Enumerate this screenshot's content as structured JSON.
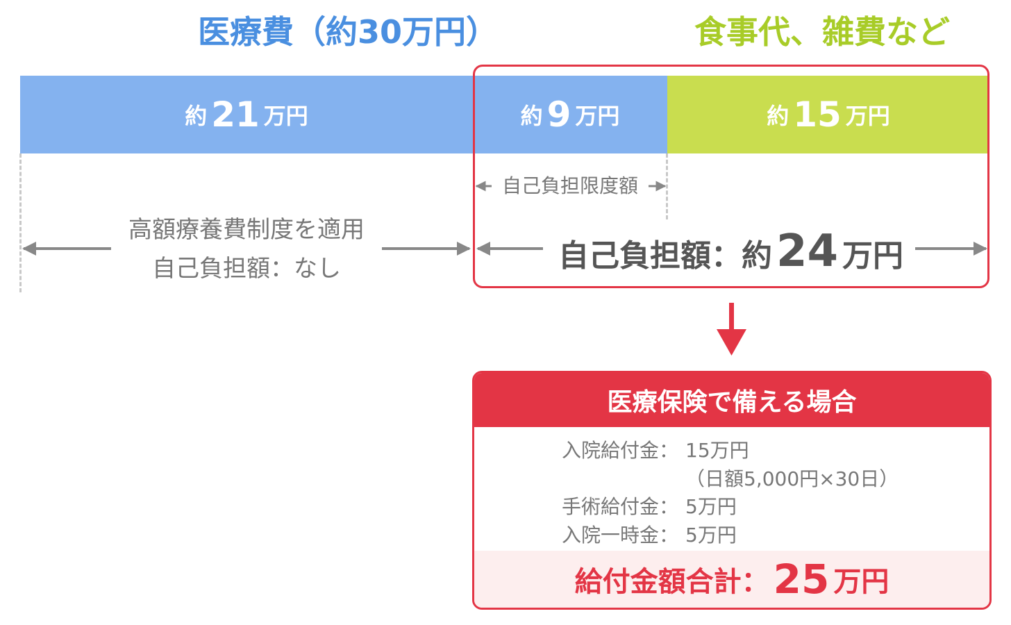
{
  "headings": {
    "medical": "医療費（約30万円）",
    "food": "食事代、雑費など"
  },
  "bars": {
    "left": {
      "prefix": "約",
      "value": "21",
      "unit": "万円"
    },
    "mid": {
      "prefix": "約",
      "value": "9",
      "unit": "万円"
    },
    "right": {
      "prefix": "約",
      "value": "15",
      "unit": "万円"
    }
  },
  "labels": {
    "limit": "自己負担限度額",
    "kougaku_line1": "高額療養費制度を適用",
    "kougaku_line2": "自己負担額：なし",
    "self_total_label": "自己負担額：約",
    "self_total_value": "24",
    "self_total_unit": "万円"
  },
  "insurance": {
    "title": "医療保険で備える場合",
    "rows": [
      {
        "label": "入院給付金：",
        "value": "15万円"
      },
      {
        "label": "",
        "value": "（日額5,000円×30日）"
      },
      {
        "label": "手術給付金：",
        "value": "5万円"
      },
      {
        "label": "入院一時金：",
        "value": "5万円"
      }
    ],
    "total_label": "給付金額合計：",
    "total_value": "25",
    "total_unit": "万円"
  },
  "colors": {
    "blue_bar": "#84b2ef",
    "green_bar": "#c9dd4f",
    "accent_red": "#e33545",
    "heading_blue": "#4a8fe0",
    "heading_green": "#a8cc28"
  }
}
